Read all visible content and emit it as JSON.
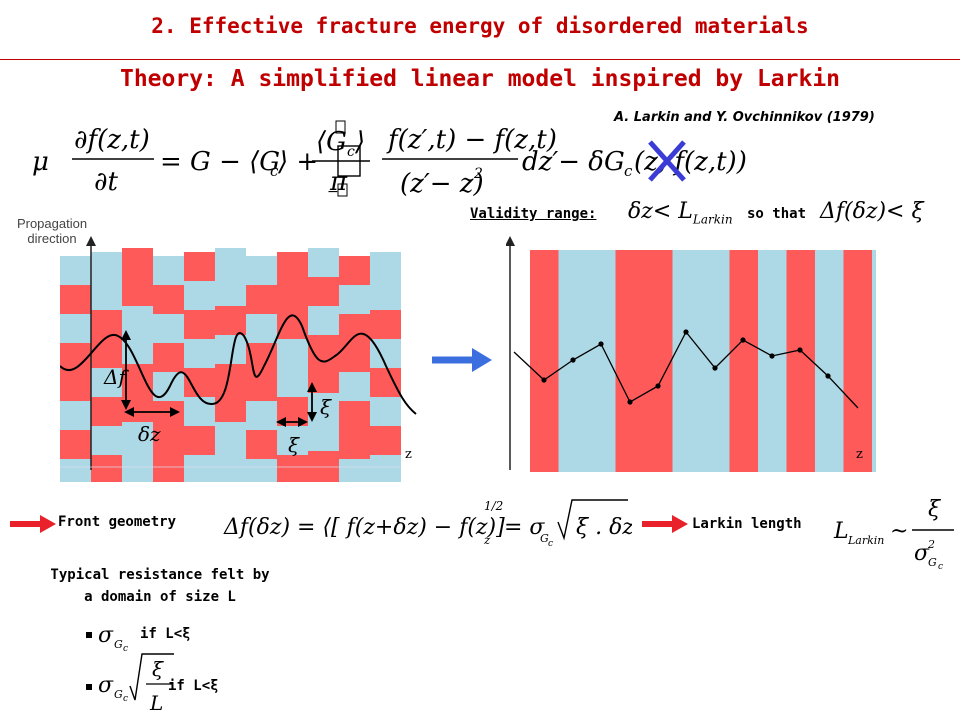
{
  "section_title": "2. Effective fracture energy of disordered materials",
  "slide_title": "Theory: A simplified linear model inspired by Larkin",
  "citation": "A. Larkin and Y. Ovchinnikov (1979)",
  "validity": {
    "label": "Validity range:",
    "condition": "δz< L",
    "condition_sub": "Larkin",
    "so_that": "so that",
    "consequence": "Δf(δz)< ξ"
  },
  "left_panel": {
    "axis_title": "Propagation direction",
    "axis_title_line1": "Propagation",
    "axis_title_line2": "direction",
    "z_label": "z",
    "delta_f": "Δf",
    "delta_z": "δz",
    "xi1": "ξ",
    "xi2": "ξ"
  },
  "right_panel": {
    "z_label": "z"
  },
  "front_geometry": {
    "label": "Front geometry"
  },
  "larkin_length": {
    "label": "Larkin length"
  },
  "resistance": {
    "heading_line1": "Typical resistance felt by",
    "heading_line2": "a domain of size L",
    "case1": "if L<ξ",
    "case2": "if L<ξ"
  },
  "colors": {
    "title": "#c00000",
    "red_cell": "#ff5a5a",
    "blue_cell": "#add8e6",
    "arrow_blue": "#3b6fe0",
    "arrow_red": "#e8212b",
    "cross": "#3b3bd6"
  }
}
